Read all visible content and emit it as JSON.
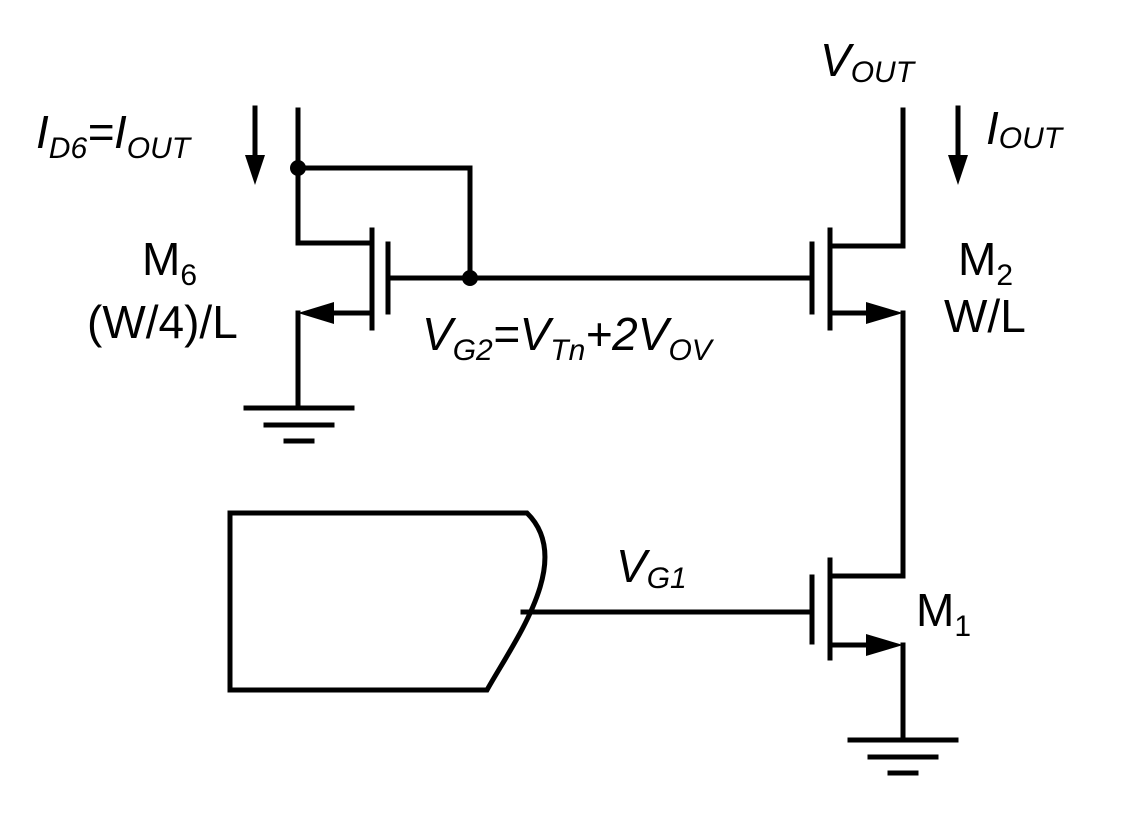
{
  "labels": {
    "id6_i": "I",
    "id6_sub": "D6",
    "id6_eq": "=",
    "id6_i2": "I",
    "id6_sub2": "OUT",
    "vout_v": "V",
    "vout_sub": "OUT",
    "iout_i": "I",
    "iout_sub": "OUT",
    "m6_name": "M",
    "m6_sub": "6",
    "m6_size": "(W/4)/L",
    "m2_name": "M",
    "m2_sub": "2",
    "m2_size": "W/L",
    "vg2_v": "V",
    "vg2_sub": "G2",
    "vg2_eq": "=",
    "vg2_v2": "V",
    "vg2_sub2": "Tn",
    "vg2_plus": "+2",
    "vg2_v3": "V",
    "vg2_sub3": "OV",
    "vg1_v": "V",
    "vg1_sub": "G1",
    "m1_name": "M",
    "m1_sub": "1"
  }
}
